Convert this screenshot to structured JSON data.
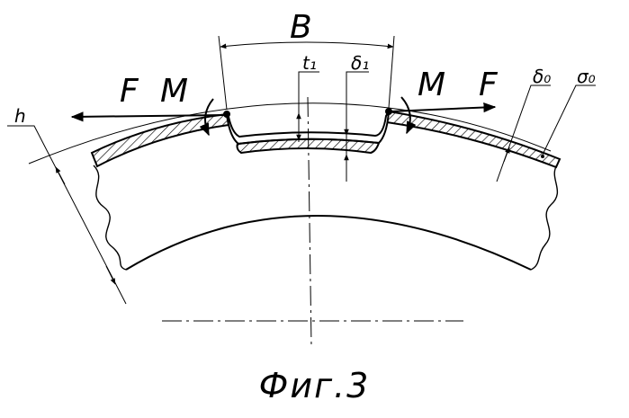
{
  "labels": {
    "B": "B",
    "F_left": "F",
    "M_left": "M",
    "M_right": "M",
    "F_right": "F",
    "t1": "t₁",
    "delta1": "δ₁",
    "delta0": "δ₀",
    "sigma0": "σ₀",
    "h": "h"
  },
  "caption": "Фиг.3",
  "colors": {
    "ink": "#000000",
    "paper": "#ffffff"
  }
}
